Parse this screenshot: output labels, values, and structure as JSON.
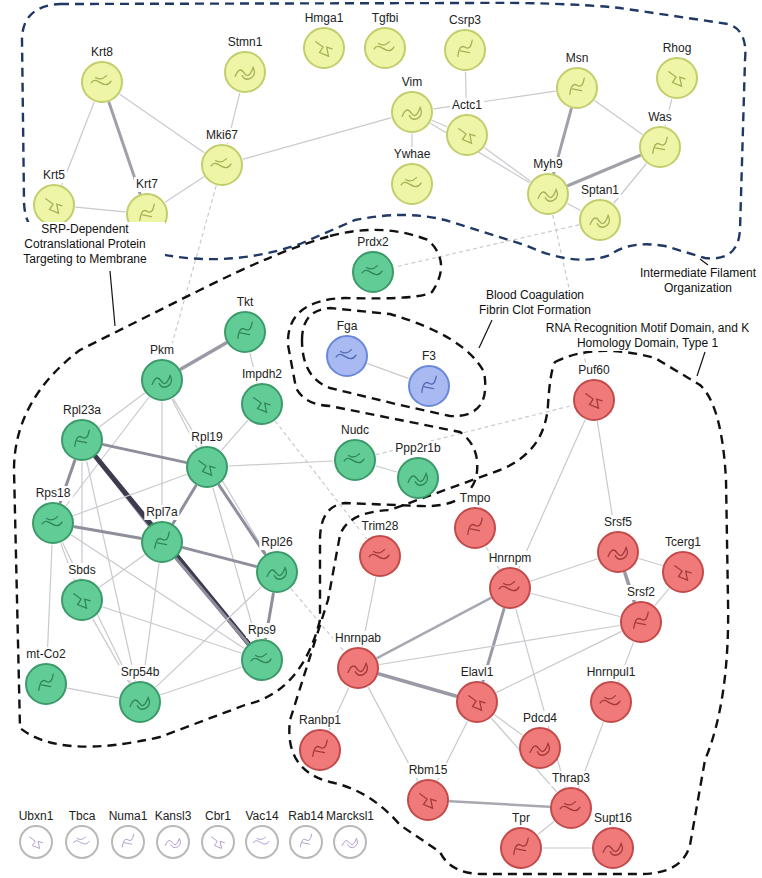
{
  "diagram": {
    "nodes": [
      {
        "text": [
          "Intermediate Filament Organization"
        ]
      },
      {
        "text": [
          "Hmga1"
        ],
        "in": 0
      },
      {
        "text": [
          "Tgfbi"
        ],
        "in": 0
      },
      {
        "text": [
          "Csrp3"
        ],
        "in": 0
      },
      {
        "text": [
          "Stmn1"
        ],
        "in": 0
      },
      {
        "text": [
          "Rhog"
        ],
        "in": 0
      },
      {
        "text": [
          "Krt8"
        ],
        "in": 0
      },
      {
        "text": [
          "Msn"
        ],
        "in": 0
      },
      {
        "text": [
          "Vim"
        ],
        "in": 0
      },
      {
        "text": [
          "Actc1"
        ],
        "in": 0
      },
      {
        "text": [
          "Mki67"
        ],
        "in": 0
      },
      {
        "text": [
          "Was"
        ],
        "in": 0
      },
      {
        "text": [
          "Myh9"
        ],
        "in": 0
      },
      {
        "text": [
          "Krt5"
        ],
        "in": 0
      },
      {
        "text": [
          "Ywhae"
        ],
        "in": 0
      },
      {
        "text": [
          "Krt7"
        ],
        "in": 0
      },
      {
        "text": [
          "Sptan1"
        ],
        "in": 0
      },
      {
        "text": [
          "SRP-Dependent Cotranslational Protein Targeting to Membrane"
        ]
      },
      {
        "text": [
          "Prdx2"
        ],
        "in": 17
      },
      {
        "text": [
          "Tkt"
        ],
        "in": 17
      },
      {
        "text": [
          "Pkm"
        ],
        "in": 17
      },
      {
        "text": [
          "Impdh2"
        ],
        "in": 17
      },
      {
        "text": [
          "Nudc"
        ],
        "in": 17
      },
      {
        "text": [
          "Rpl23a"
        ],
        "in": 17
      },
      {
        "text": [
          "Ppp2r1b"
        ],
        "in": 17
      },
      {
        "text": [
          "Rpl19"
        ],
        "in": 17
      },
      {
        "text": [
          "Rps18"
        ],
        "in": 17
      },
      {
        "text": [
          "Rpl7a"
        ],
        "in": 17
      },
      {
        "text": [
          "Rpl26"
        ],
        "in": 17
      },
      {
        "text": [
          "Sbds"
        ],
        "in": 17
      },
      {
        "text": [
          "Rps9"
        ],
        "in": 17
      },
      {
        "text": [
          "mt-Co2"
        ],
        "in": 17
      },
      {
        "text": [
          "Srp54b"
        ],
        "in": 17
      },
      {
        "text": [
          "Blood Coagulation Fibrin Clot Formation"
        ]
      },
      {
        "text": [
          "Fga"
        ],
        "in": 33
      },
      {
        "text": [
          "F3"
        ],
        "in": 33
      },
      {
        "text": [
          "RNA Recognition Motif Domain, and K Homology Domain, Type 1"
        ]
      },
      {
        "text": [
          "Puf60"
        ],
        "in": 36
      },
      {
        "text": [
          "Trim28"
        ],
        "in": 36
      },
      {
        "text": [
          "Tmpo"
        ],
        "in": 36
      },
      {
        "text": [
          "Srsf5"
        ],
        "in": 36
      },
      {
        "text": [
          "Tcerg1"
        ],
        "in": 36
      },
      {
        "text": [
          "Hnrnpm"
        ],
        "in": 36
      },
      {
        "text": [
          "Srsf2"
        ],
        "in": 36
      },
      {
        "text": [
          "Hnrnpab"
        ],
        "in": 36
      },
      {
        "text": [
          "Elavl1"
        ],
        "in": 36
      },
      {
        "text": [
          "Hnrnpul1"
        ],
        "in": 36
      },
      {
        "text": [
          "Ranbp1"
        ],
        "in": 36
      },
      {
        "text": [
          "Pdcd4"
        ],
        "in": 36
      },
      {
        "text": [
          "Rbm15"
        ],
        "in": 36
      },
      {
        "text": [
          "Thrap3"
        ],
        "in": 36
      },
      {
        "text": [
          "Tpr"
        ],
        "in": 36
      },
      {
        "text": [
          "Supt16"
        ],
        "in": 36
      },
      {
        "text": [
          "Ubxn1"
        ]
      },
      {
        "text": [
          "Tbca"
        ]
      },
      {
        "text": [
          "Numa1"
        ]
      },
      {
        "text": [
          "Kansl3"
        ]
      },
      {
        "text": [
          "Cbr1"
        ]
      },
      {
        "text": [
          "Vac14"
        ]
      },
      {
        "text": [
          "Rab14"
        ]
      },
      {
        "text": [
          "Marcksl1"
        ]
      }
    ],
    "edges": [
      {
        "from": 6,
        "to": 13,
        "arrow": "none"
      },
      {
        "from": 6,
        "to": 15,
        "arrow": "none"
      },
      {
        "from": 6,
        "to": 10,
        "arrow": "none"
      },
      {
        "from": 13,
        "to": 15,
        "arrow": "none"
      },
      {
        "from": 15,
        "to": 10,
        "arrow": "none"
      },
      {
        "from": 4,
        "to": 10,
        "arrow": "none"
      },
      {
        "from": 10,
        "to": 8,
        "arrow": "none"
      },
      {
        "from": 8,
        "to": 14,
        "arrow": "none"
      },
      {
        "from": 8,
        "to": 9,
        "arrow": "none"
      },
      {
        "from": 8,
        "to": 7,
        "arrow": "none"
      },
      {
        "from": 3,
        "to": 9,
        "arrow": "none"
      },
      {
        "from": 9,
        "to": 12,
        "arrow": "none"
      },
      {
        "from": 7,
        "to": 12,
        "arrow": "none"
      },
      {
        "from": 7,
        "to": 11,
        "arrow": "none"
      },
      {
        "from": 5,
        "to": 11,
        "arrow": "none"
      },
      {
        "from": 11,
        "to": 12,
        "arrow": "none"
      },
      {
        "from": 12,
        "to": 16,
        "arrow": "none"
      },
      {
        "from": 11,
        "to": 16,
        "arrow": "none"
      },
      {
        "from": 8,
        "to": 12,
        "arrow": "none"
      },
      {
        "from": 10,
        "to": 20,
        "arrow": "none"
      },
      {
        "from": 16,
        "to": 18,
        "arrow": "none"
      },
      {
        "from": 12,
        "to": 37,
        "arrow": "none"
      },
      {
        "from": 19,
        "to": 20,
        "arrow": "none"
      },
      {
        "from": 19,
        "to": 21,
        "arrow": "none"
      },
      {
        "from": 20,
        "to": 23,
        "arrow": "none"
      },
      {
        "from": 20,
        "to": 26,
        "arrow": "none"
      },
      {
        "from": 20,
        "to": 25,
        "arrow": "none"
      },
      {
        "from": 20,
        "to": 27,
        "arrow": "none"
      },
      {
        "from": 20,
        "to": 28,
        "arrow": "none"
      },
      {
        "from": 23,
        "to": 26,
        "arrow": "none"
      },
      {
        "from": 23,
        "to": 25,
        "arrow": "none"
      },
      {
        "from": 23,
        "to": 27,
        "arrow": "none"
      },
      {
        "from": 23,
        "to": 30,
        "arrow": "none"
      },
      {
        "from": 23,
        "to": 29,
        "arrow": "none"
      },
      {
        "from": 23,
        "to": 32,
        "arrow": "none"
      },
      {
        "from": 25,
        "to": 27,
        "arrow": "none"
      },
      {
        "from": 25,
        "to": 28,
        "arrow": "none"
      },
      {
        "from": 25,
        "to": 26,
        "arrow": "none"
      },
      {
        "from": 25,
        "to": 30,
        "arrow": "none"
      },
      {
        "from": 26,
        "to": 27,
        "arrow": "none"
      },
      {
        "from": 26,
        "to": 30,
        "arrow": "none"
      },
      {
        "from": 26,
        "to": 29,
        "arrow": "none"
      },
      {
        "from": 26,
        "to": 32,
        "arrow": "none"
      },
      {
        "from": 26,
        "to": 31,
        "arrow": "none"
      },
      {
        "from": 27,
        "to": 28,
        "arrow": "none"
      },
      {
        "from": 27,
        "to": 30,
        "arrow": "none"
      },
      {
        "from": 27,
        "to": 29,
        "arrow": "none"
      },
      {
        "from": 27,
        "to": 32,
        "arrow": "none"
      },
      {
        "from": 28,
        "to": 30,
        "arrow": "none"
      },
      {
        "from": 28,
        "to": 32,
        "arrow": "none"
      },
      {
        "from": 29,
        "to": 30,
        "arrow": "none"
      },
      {
        "from": 29,
        "to": 32,
        "arrow": "none"
      },
      {
        "from": 31,
        "to": 32,
        "arrow": "none"
      },
      {
        "from": 30,
        "to": 32,
        "arrow": "none"
      },
      {
        "from": 21,
        "to": 25,
        "arrow": "none"
      },
      {
        "from": 22,
        "to": 25,
        "arrow": "none"
      },
      {
        "from": 22,
        "to": 24,
        "arrow": "none"
      },
      {
        "from": 22,
        "to": 37,
        "arrow": "none"
      },
      {
        "from": 21,
        "to": 38,
        "arrow": "none"
      },
      {
        "from": 34,
        "to": 35,
        "arrow": "none"
      },
      {
        "from": 28,
        "to": 44,
        "arrow": "none"
      },
      {
        "from": 37,
        "to": 42,
        "arrow": "none"
      },
      {
        "from": 37,
        "to": 40,
        "arrow": "none"
      },
      {
        "from": 38,
        "to": 44,
        "arrow": "none"
      },
      {
        "from": 42,
        "to": 40,
        "arrow": "none"
      },
      {
        "from": 42,
        "to": 43,
        "arrow": "none"
      },
      {
        "from": 42,
        "to": 44,
        "arrow": "none"
      },
      {
        "from": 42,
        "to": 45,
        "arrow": "none"
      },
      {
        "from": 42,
        "to": 50,
        "arrow": "none"
      },
      {
        "from": 40,
        "to": 43,
        "arrow": "none"
      },
      {
        "from": 40,
        "to": 41,
        "arrow": "none"
      },
      {
        "from": 41,
        "to": 43,
        "arrow": "none"
      },
      {
        "from": 43,
        "to": 46,
        "arrow": "none"
      },
      {
        "from": 43,
        "to": 45,
        "arrow": "none"
      },
      {
        "from": 44,
        "to": 45,
        "arrow": "none"
      },
      {
        "from": 44,
        "to": 47,
        "arrow": "none"
      },
      {
        "from": 44,
        "to": 49,
        "arrow": "none"
      },
      {
        "from": 44,
        "to": 43,
        "arrow": "none"
      },
      {
        "from": 45,
        "to": 49,
        "arrow": "none"
      },
      {
        "from": 45,
        "to": 48,
        "arrow": "none"
      },
      {
        "from": 45,
        "to": 50,
        "arrow": "none"
      },
      {
        "from": 46,
        "to": 50,
        "arrow": "none"
      },
      {
        "from": 49,
        "to": 50,
        "arrow": "none"
      },
      {
        "from": 50,
        "to": 51,
        "arrow": "none"
      },
      {
        "from": 51,
        "to": 52,
        "arrow": "none"
      },
      {
        "from": 39,
        "to": 42,
        "arrow": "none"
      }
    ]
  }
}
